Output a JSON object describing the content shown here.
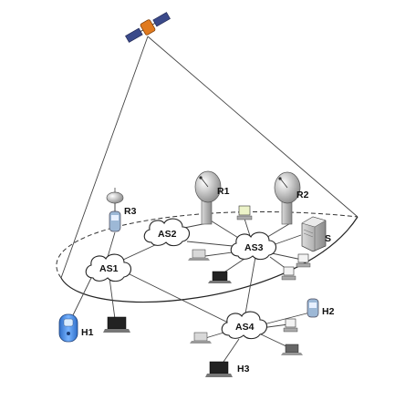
{
  "nodes": {
    "as1": "AS1",
    "as2": "AS2",
    "as3": "AS3",
    "as4": "AS4",
    "r1": "R1",
    "r2": "R2",
    "r3": "R3",
    "s": "S",
    "h1": "H1",
    "h2": "H2",
    "h3": "H3"
  },
  "icons": [
    "satellite-icon",
    "dish-icon",
    "server-icon",
    "phone-icon",
    "laptop-icon",
    "desktop-icon"
  ]
}
